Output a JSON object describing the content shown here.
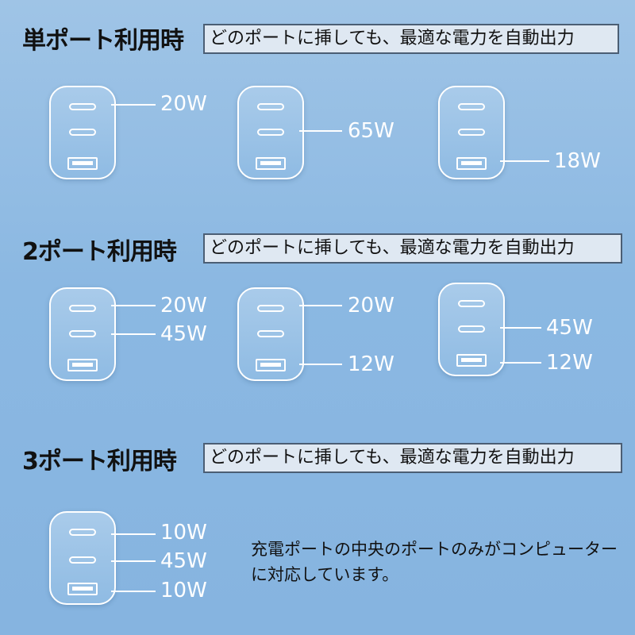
{
  "banner_text": "どのポートに挿しても、最適な電力を自動出力",
  "sections": [
    {
      "heading": "単ポート利用時",
      "chargers": [
        {
          "labels": [
            "20W",
            "",
            ""
          ]
        },
        {
          "labels": [
            "",
            "65W",
            ""
          ]
        },
        {
          "labels": [
            "",
            "",
            "18W"
          ]
        }
      ]
    },
    {
      "heading": "2ポート利用時",
      "chargers": [
        {
          "labels": [
            "20W",
            "45W",
            ""
          ]
        },
        {
          "labels": [
            "20W",
            "",
            "12W"
          ]
        },
        {
          "labels": [
            "",
            "45W",
            "12W"
          ]
        }
      ]
    },
    {
      "heading": "3ポート利用時",
      "chargers": [
        {
          "labels": [
            "10W",
            "45W",
            "10W"
          ]
        }
      ]
    }
  ],
  "note": "充電ポートの中央のポートのみがコンピューターに対応しています。",
  "colors": {
    "background": "#8bb8e2",
    "banner": "#dfe8f2",
    "outline": "#ffffff"
  },
  "icons": [
    "usb-c-port-icon",
    "usb-a-port-icon",
    "charger-icon"
  ]
}
